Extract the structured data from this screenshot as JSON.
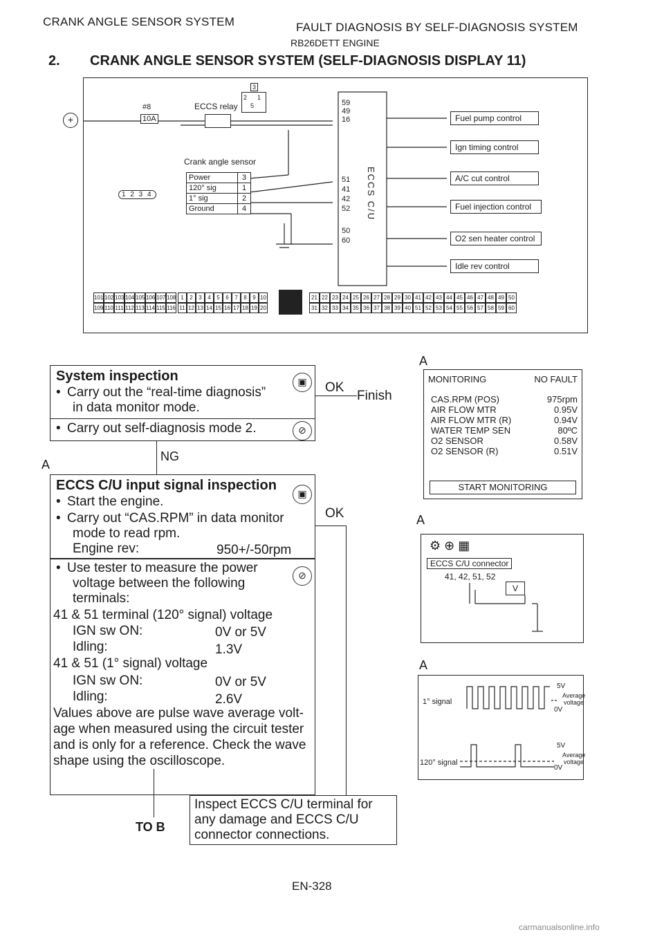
{
  "header": {
    "left": "CRANK ANGLE SENSOR SYSTEM",
    "right": "FAULT DIAGNOSIS BY SELF-DIAGNOSIS SYSTEM",
    "engine": "RB26DETT ENGINE",
    "section_number": "2.",
    "section_title": "CRANK ANGLE SENSOR SYSTEM (SELF-DIAGNOSIS DISPLAY 11)"
  },
  "diagram": {
    "fuse_label": "#8",
    "fuse_value": "10A",
    "relay_label": "ECCS relay",
    "relay_pins": [
      "3",
      "5",
      "1",
      "2"
    ],
    "relay_connector": [
      "3",
      "2",
      "1",
      "5"
    ],
    "sensor_title": "Crank angle sensor",
    "sensor_rows": [
      {
        "name": "Power",
        "pin": "3"
      },
      {
        "name": "120° sig",
        "pin": "1"
      },
      {
        "name": "1° sig",
        "pin": "2"
      },
      {
        "name": "Ground",
        "pin": "4"
      }
    ],
    "sensor_connector": "1 2 3 4",
    "cu_pins_top": [
      "59",
      "49",
      "16"
    ],
    "cu_pins_mid": [
      "51",
      "41",
      "42",
      "52"
    ],
    "cu_pins_bot": [
      "50",
      "60"
    ],
    "cu_label": "ECCS C/U",
    "outputs": [
      "Fuel pump control",
      "Ign timing control",
      "A/C cut control",
      "Fuel injection control",
      "O2 sen heater control",
      "Idle rev control"
    ],
    "conn1_top": [
      "101",
      "102",
      "103",
      "104",
      "105",
      "106",
      "107",
      "108"
    ],
    "conn1_bot": [
      "109",
      "110",
      "111",
      "112",
      "113",
      "114",
      "115",
      "116"
    ],
    "conn2_top": [
      "1",
      "2",
      "3",
      "4",
      "5",
      "6",
      "7",
      "8",
      "9",
      "10"
    ],
    "conn2_bot": [
      "11",
      "12",
      "13",
      "14",
      "15",
      "16",
      "17",
      "18",
      "19",
      "20"
    ],
    "conn3_top": [
      "21",
      "22",
      "23",
      "24",
      "25",
      "26",
      "27",
      "28",
      "29",
      "30",
      "41",
      "42",
      "43",
      "44",
      "45",
      "46",
      "47",
      "48",
      "49",
      "50"
    ],
    "conn3_bot": [
      "31",
      "32",
      "33",
      "34",
      "35",
      "36",
      "37",
      "38",
      "39",
      "40",
      "51",
      "52",
      "53",
      "54",
      "55",
      "56",
      "57",
      "58",
      "59",
      "60"
    ]
  },
  "flow": {
    "box1_title": "System inspection",
    "box1_b1a": "Carry out the “real-time diagnosis”",
    "box1_b1b": "in data monitor mode.",
    "box1_b2": "Carry out self-diagnosis mode 2.",
    "ok1": "OK",
    "finish": "Finish",
    "ng": "NG",
    "a_left": "A",
    "box2_title": "ECCS C/U input signal inspection",
    "box2_b1": "Start the engine.",
    "box2_b2a": "Carry out “CAS.RPM” in data monitor",
    "box2_b2b": "mode to read rpm.",
    "engine_rev_label": "Engine rev:",
    "engine_rev_value": "950+/-50rpm",
    "ok2": "OK",
    "box3_b1a": "Use tester to measure the power",
    "box3_b1b": "voltage between the following",
    "box3_b1c": "terminals:",
    "t120_title": "41 & 51 terminal (120° signal) voltage",
    "t120_ign_label": "IGN sw ON:",
    "t120_ign_value": "0V or 5V",
    "t120_idle_label": "Idling:",
    "t120_idle_value": "1.3V",
    "t1_title": "41 & 51 (1° signal) voltage",
    "t1_ign_label": "IGN sw ON:",
    "t1_ign_value": "0V or 5V",
    "t1_idle_label": "Idling:",
    "t1_idle_value": "2.6V",
    "note1": "Values above are pulse wave average volt-",
    "note2": "age when measured using the circuit tester",
    "note3": "and is only for a reference. Check the wave",
    "note4": "shape using the oscilloscope.",
    "to_b": "TO B",
    "box4_l1": "Inspect ECCS C/U terminal for",
    "box4_l2": "any damage and ECCS C/U",
    "box4_l3": "connector connections."
  },
  "right": {
    "a1": "A",
    "monitor_header": "MONITORING",
    "monitor_status": "NO FAULT",
    "monitor_rows": [
      {
        "name": "CAS.RPM (POS)",
        "value": "975rpm"
      },
      {
        "name": "AIR FLOW MTR",
        "value": "0.95V"
      },
      {
        "name": "AIR FLOW MTR (R)",
        "value": "0.94V"
      },
      {
        "name": "WATER TEMP SEN",
        "value": "80ºC"
      },
      {
        "name": "O2 SENSOR",
        "value": "0.58V"
      },
      {
        "name": "O2 SENSOR (R)",
        "value": "0.51V"
      }
    ],
    "start_monitoring": "START MONITORING",
    "a2": "A",
    "connector_label": "ECCS C/U connector",
    "connector_pins": "41, 42, 51, 52",
    "meter": "V",
    "a3": "A",
    "sig1": "1° signal",
    "sig120": "120° signal",
    "v5a": "5V",
    "v0a": "0V",
    "avg_a1": "Average",
    "avg_a2": "voltage",
    "v5b": "5V",
    "v0b": "0V",
    "avg_b1": "Average",
    "avg_b2": "voltage"
  },
  "page_number": "EN-328",
  "footer": "carmanualsonline.info"
}
